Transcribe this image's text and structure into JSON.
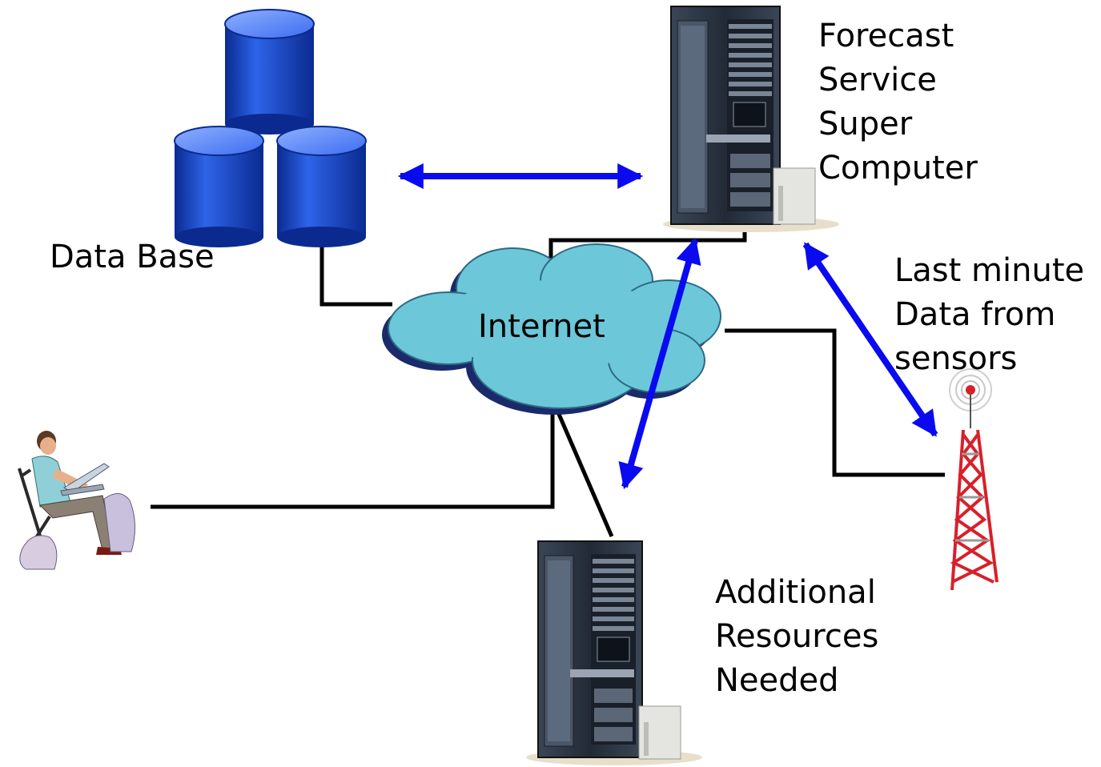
{
  "labels": {
    "database": "Data Base",
    "internet": "Internet",
    "forecast": [
      "Forecast",
      "Service",
      "Super",
      "Computer"
    ],
    "sensors": [
      "Last minute",
      "Data from",
      "sensors"
    ],
    "additional": [
      "Additional",
      "Resources",
      "Needed"
    ]
  },
  "colors": {
    "arrow": "#0a0af0",
    "line": "#000000",
    "cloud_fill": "#6cc8d8",
    "cloud_shadow": "#1a2a6a",
    "cylinder": "#1846c8",
    "rack": "#2a3444",
    "tower": "#d8202a"
  },
  "icons": [
    "database-icon",
    "supercomputer-icon",
    "cloud-icon",
    "laptop-user-icon",
    "server-rack-icon",
    "radio-tower-icon"
  ]
}
